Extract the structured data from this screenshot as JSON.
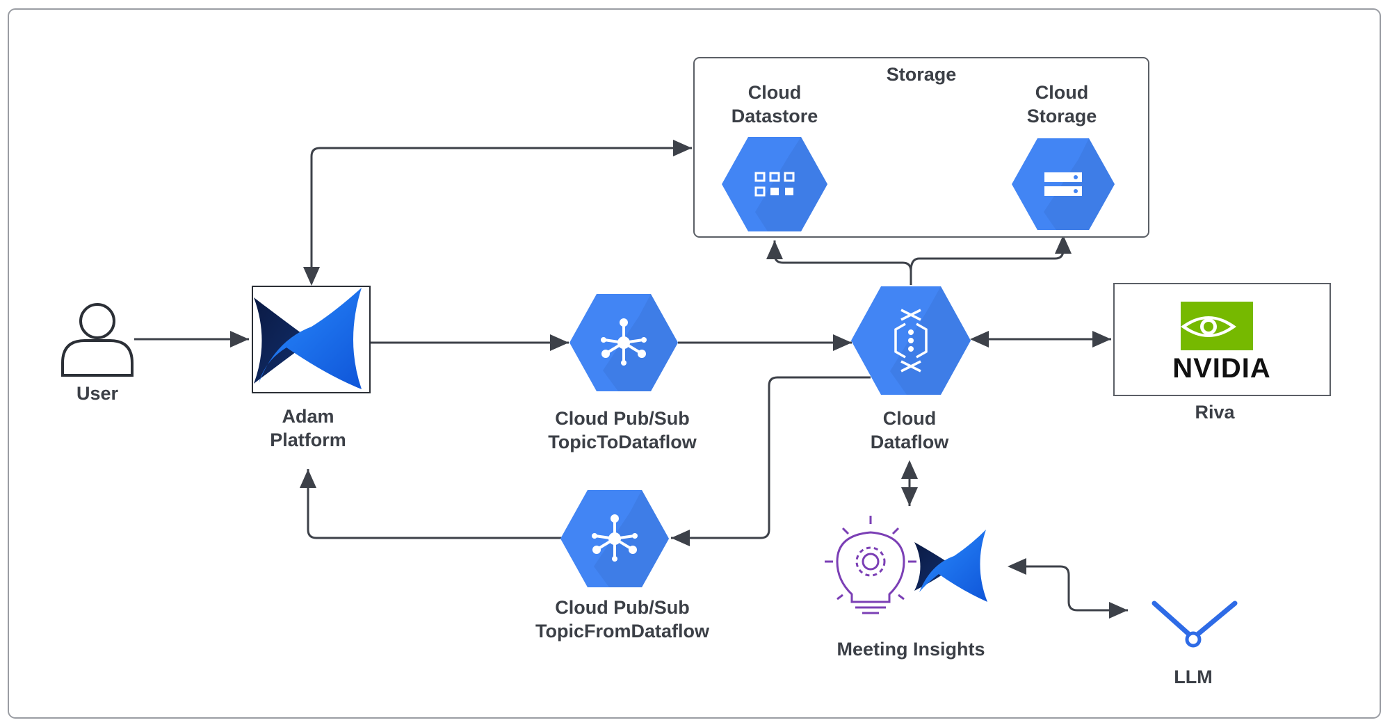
{
  "storage": {
    "title": "Storage"
  },
  "nodes": {
    "user": {
      "label": "User"
    },
    "adam_platform": {
      "label_line1": "Adam",
      "label_line2": "Platform"
    },
    "pubsub_to": {
      "label_line1": "Cloud Pub/Sub",
      "label_line2": "TopicToDataflow"
    },
    "pubsub_from": {
      "label_line1": "Cloud Pub/Sub",
      "label_line2": "TopicFromDataflow"
    },
    "dataflow": {
      "label_line1": "Cloud",
      "label_line2": "Dataflow"
    },
    "datastore": {
      "label_line1": "Cloud",
      "label_line2": "Datastore"
    },
    "cloud_storage": {
      "label_line1": "Cloud",
      "label_line2": "Storage"
    },
    "riva": {
      "label": "Riva",
      "logo_text": "NVIDIA"
    },
    "meeting_insights": {
      "label": "Meeting Insights"
    },
    "llm": {
      "label": "LLM"
    }
  },
  "colors": {
    "gcp_blue": "#4285f4",
    "gcp_shadow": "#3a73d6",
    "line": "#3d4149",
    "nvidia_green": "#76b900",
    "purple": "#7b3fb5",
    "adam_dark": "#0b1f4b",
    "adam_blue": "#1a6cf0"
  }
}
